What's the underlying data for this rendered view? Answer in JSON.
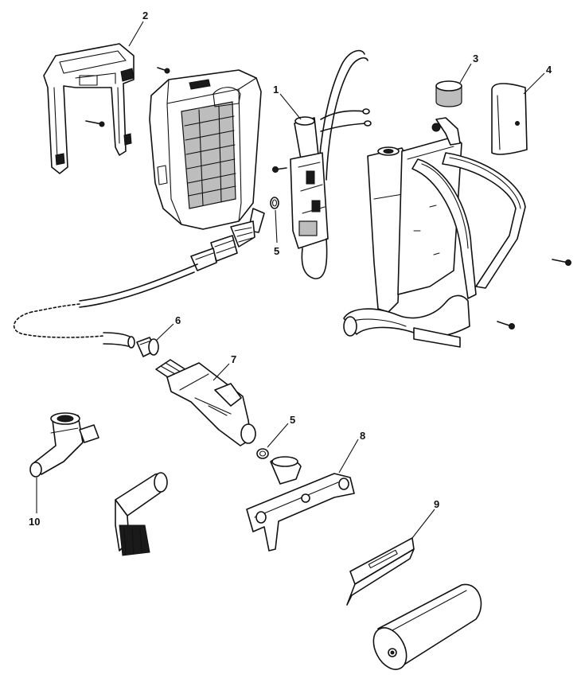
{
  "labels": {
    "p1": "1",
    "p2": "2",
    "p3": "3",
    "p4": "4",
    "p5a": "5",
    "p5b": "5",
    "p6": "6",
    "p7": "7",
    "p8": "8",
    "p9": "9",
    "p10": "10"
  },
  "colors": {
    "line": "#111111",
    "background": "#ffffff"
  }
}
